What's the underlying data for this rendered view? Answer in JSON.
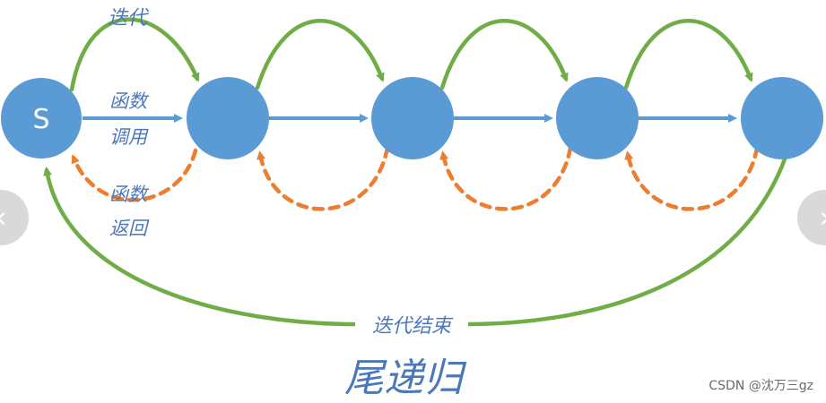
{
  "diagram": {
    "start_label": "S",
    "iteration_label": "迭代",
    "call_label_line1": "函数",
    "call_label_line2": "调用",
    "return_label_line1": "函数",
    "return_label_line2": "返回",
    "end_label": "迭代结束",
    "title": "尾递归",
    "colors": {
      "node": "#5b9bd5",
      "call_arrow": "#5b9bd5",
      "iteration_arrow": "#70ad47",
      "return_arrow": "#ed7d31",
      "handwriting": "#4a78b8"
    }
  },
  "navigation": {
    "prev_icon": "‹",
    "next_icon": "›"
  },
  "watermark": "CSDN @沈万三gz"
}
